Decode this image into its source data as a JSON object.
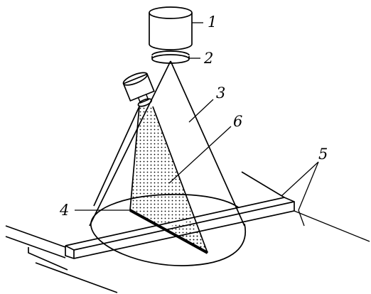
{
  "diagram": {
    "labels": {
      "l1": "1",
      "l2": "2",
      "l3": "3",
      "l4": "4",
      "l5": "5",
      "l6": "6"
    },
    "colors": {
      "ink": "#000000",
      "paper": "#ffffff"
    }
  }
}
